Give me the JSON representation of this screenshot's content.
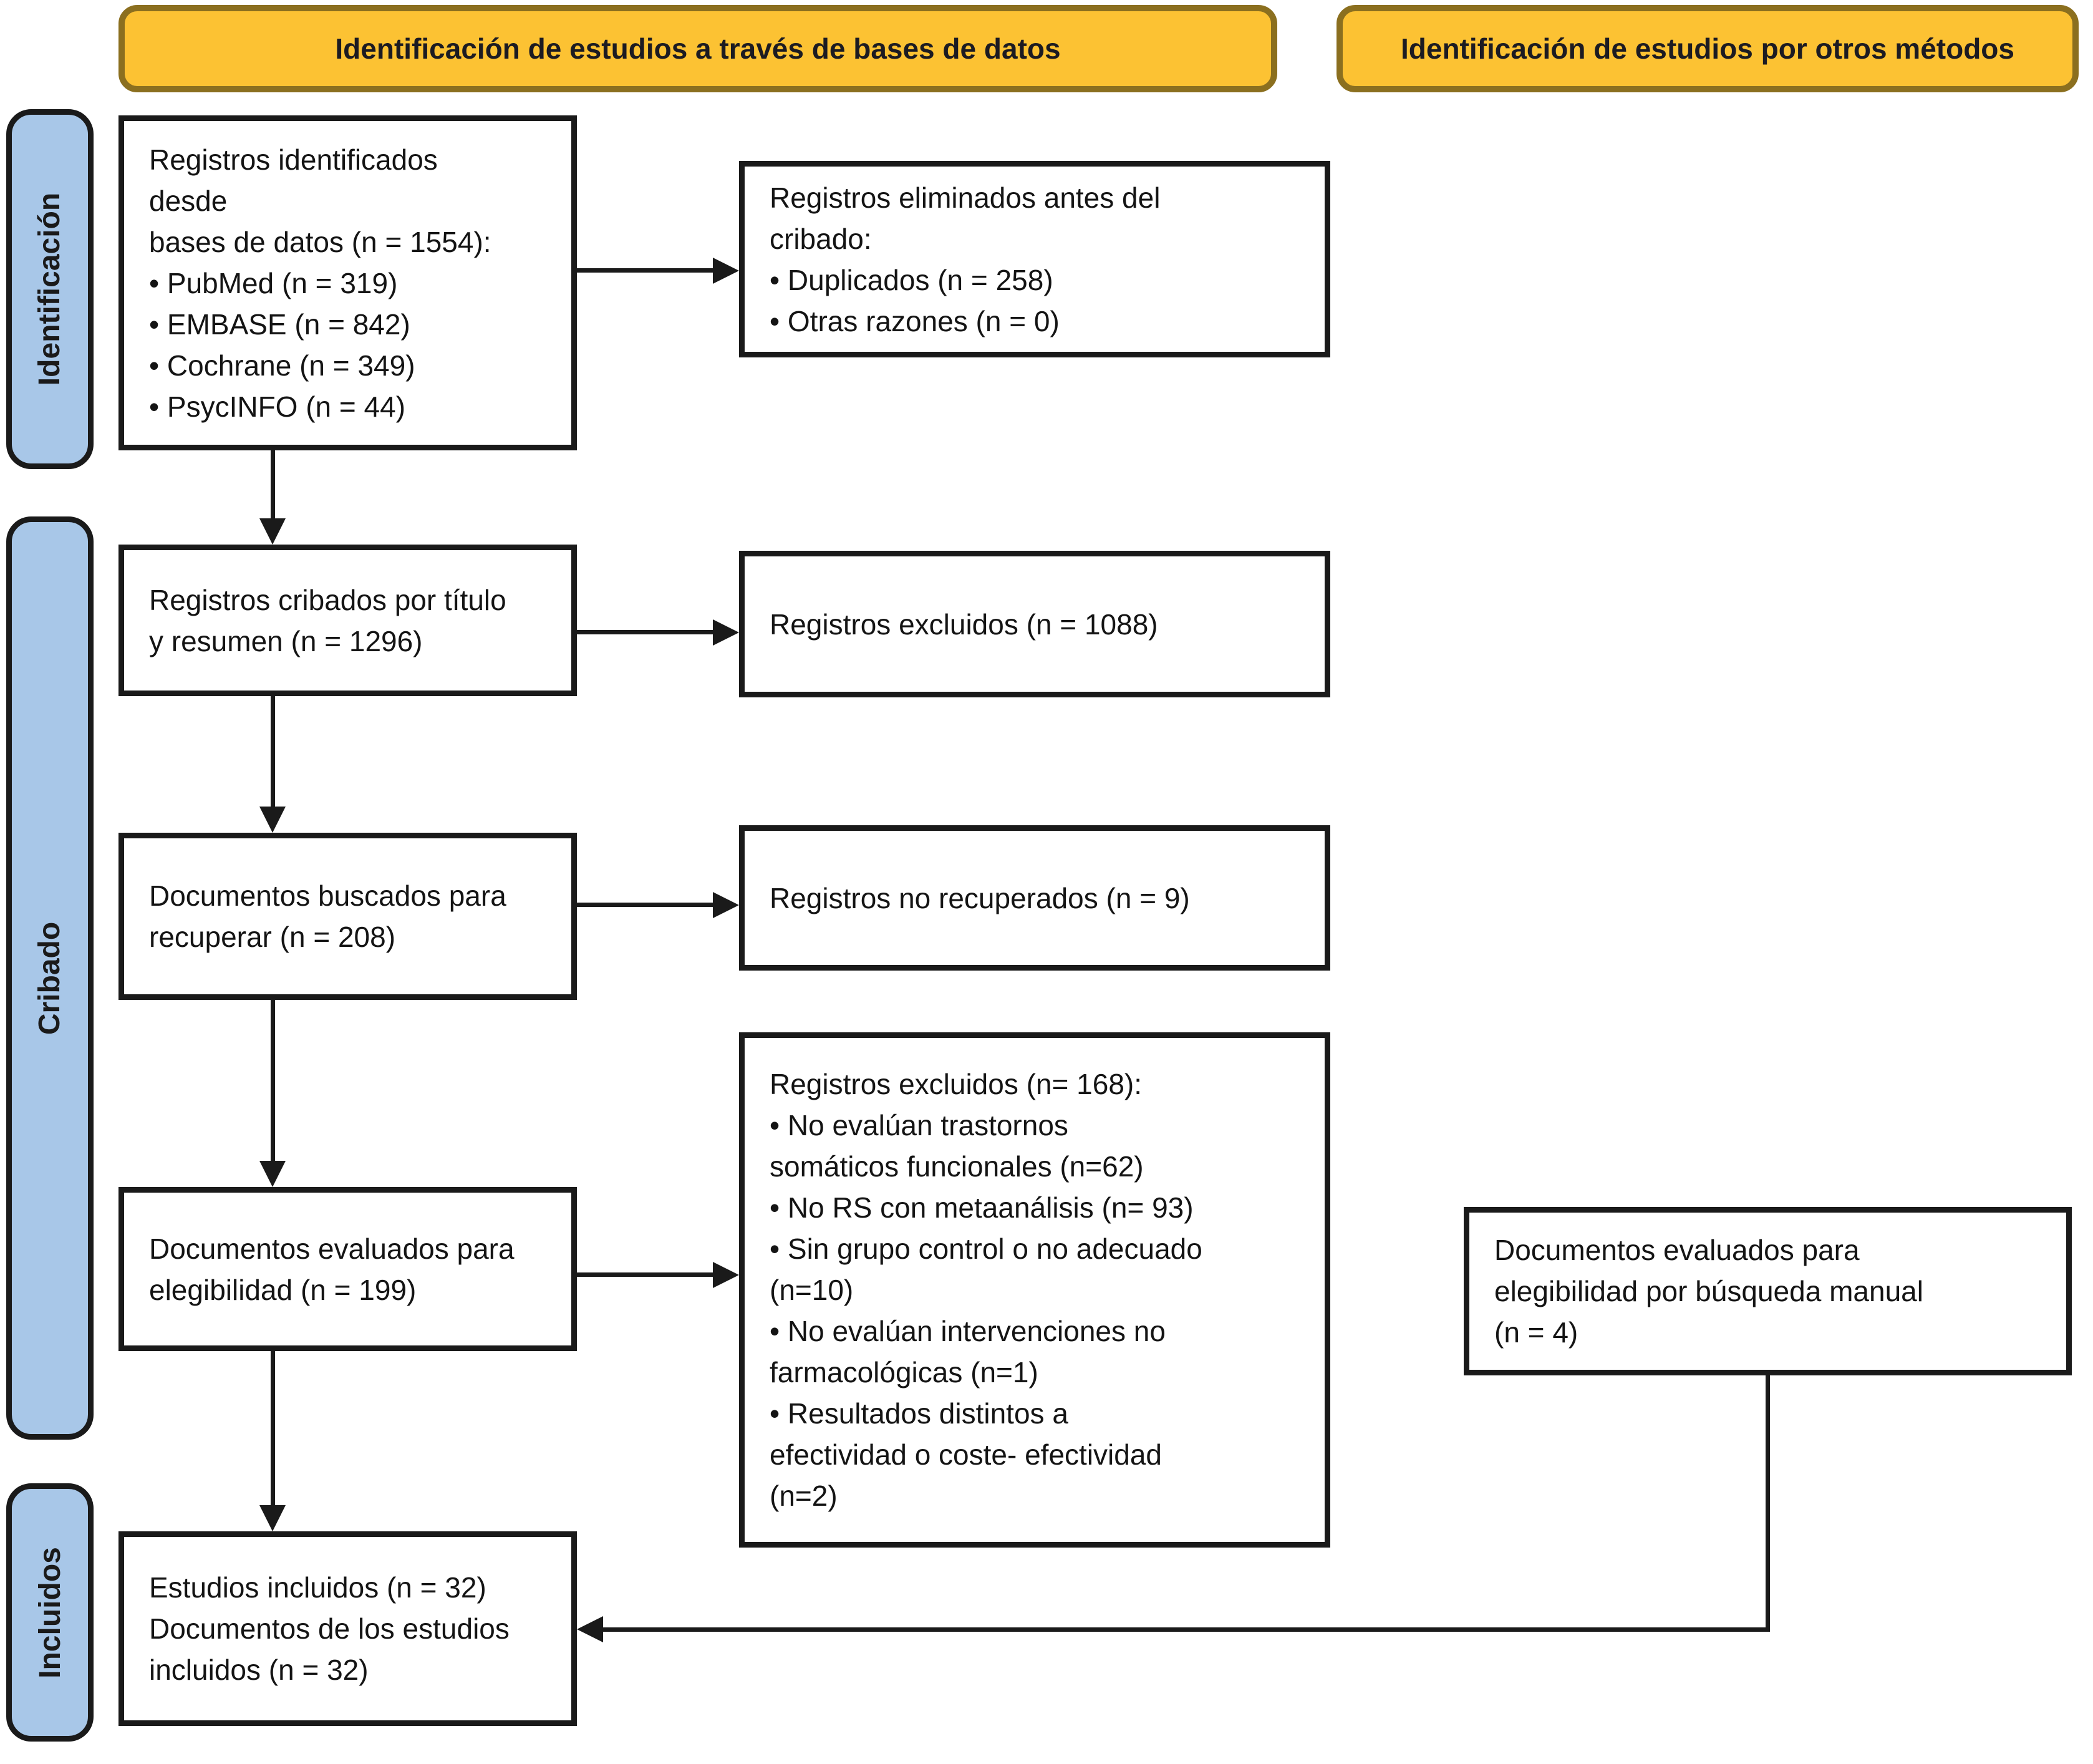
{
  "headers": {
    "databases": "Identificación de estudios a través de bases de datos",
    "other_methods": "Identificación de estudios por otros métodos"
  },
  "stages": {
    "identification": "Identificación",
    "screening": "Cribado",
    "included": "Incluidos"
  },
  "boxes": {
    "records_identified": {
      "lines": [
        "Registros identificados",
        "desde",
        "bases de datos (n = 1554):",
        "• PubMed (n = 319)",
        "• EMBASE (n = 842)",
        "• Cochrane (n = 349)",
        "• PsycINFO (n = 44)"
      ]
    },
    "records_removed_before_screening": {
      "lines": [
        "Registros eliminados antes del",
        "cribado:",
        "• Duplicados (n = 258)",
        "• Otras razones (n = 0)"
      ]
    },
    "records_screened": {
      "lines": [
        "Registros cribados por título",
        "y resumen (n = 1296)"
      ]
    },
    "records_excluded": {
      "lines": [
        "Registros excluidos (n = 1088)"
      ]
    },
    "reports_sought": {
      "lines": [
        "Documentos buscados para",
        "recuperar (n = 208)"
      ]
    },
    "records_not_retrieved": {
      "lines": [
        "Registros no recuperados (n = 9)"
      ]
    },
    "reports_assessed": {
      "lines": [
        "Documentos evaluados para",
        "elegibilidad (n = 199)"
      ]
    },
    "records_excluded_reasons": {
      "lines": [
        "Registros excluidos (n= 168):",
        "• No evalúan trastornos",
        "somáticos funcionales (n=62)",
        "• No RS con metaanálisis (n= 93)",
        "• Sin grupo control o no adecuado",
        "(n=10)",
        "• No evalúan intervenciones no",
        "farmacológicas (n=1)",
        "• Resultados distintos a",
        "efectividad o coste- efectividad",
        "(n=2)"
      ]
    },
    "manual_search_assessed": {
      "lines": [
        "Documentos evaluados para",
        "elegibilidad por búsqueda manual",
        "(n = 4)"
      ]
    },
    "studies_included": {
      "lines": [
        "Estudios incluidos (n = 32)",
        "Documentos de los estudios",
        "incluidos (n = 32)"
      ]
    }
  },
  "colors": {
    "header_fill": "#FCC233",
    "header_border": "#8B6F1F",
    "stage_fill": "#A8C7E8",
    "line": "#1A1A1A",
    "box_background": "#FFFFFF"
  }
}
